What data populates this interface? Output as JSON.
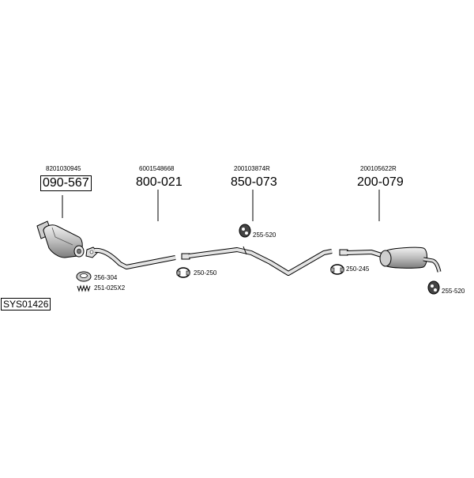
{
  "system_id": "SYS01426",
  "parts": [
    {
      "oe": "8201030945",
      "number": "090-567",
      "highlighted": true
    },
    {
      "oe": "6001548668",
      "number": "800-021",
      "highlighted": false
    },
    {
      "oe": "200103874R",
      "number": "850-073",
      "highlighted": false
    },
    {
      "oe": "200105622R",
      "number": "200-079",
      "highlighted": false
    }
  ],
  "accessories": [
    {
      "label": "256-304",
      "icon": "gasket-ring-icon"
    },
    {
      "label": "251-025X2",
      "icon": "spring-icon"
    },
    {
      "label": "250-250",
      "icon": "clamp-icon"
    },
    {
      "label": "255-520",
      "icon": "rubber-hanger-icon"
    },
    {
      "label": "250-245",
      "icon": "clamp-icon"
    },
    {
      "label": "255-520",
      "icon": "rubber-hanger-icon"
    }
  ],
  "colors": {
    "line": "#000000",
    "part_fill": "#d9d9d9",
    "part_dark": "#9a9a9a"
  }
}
